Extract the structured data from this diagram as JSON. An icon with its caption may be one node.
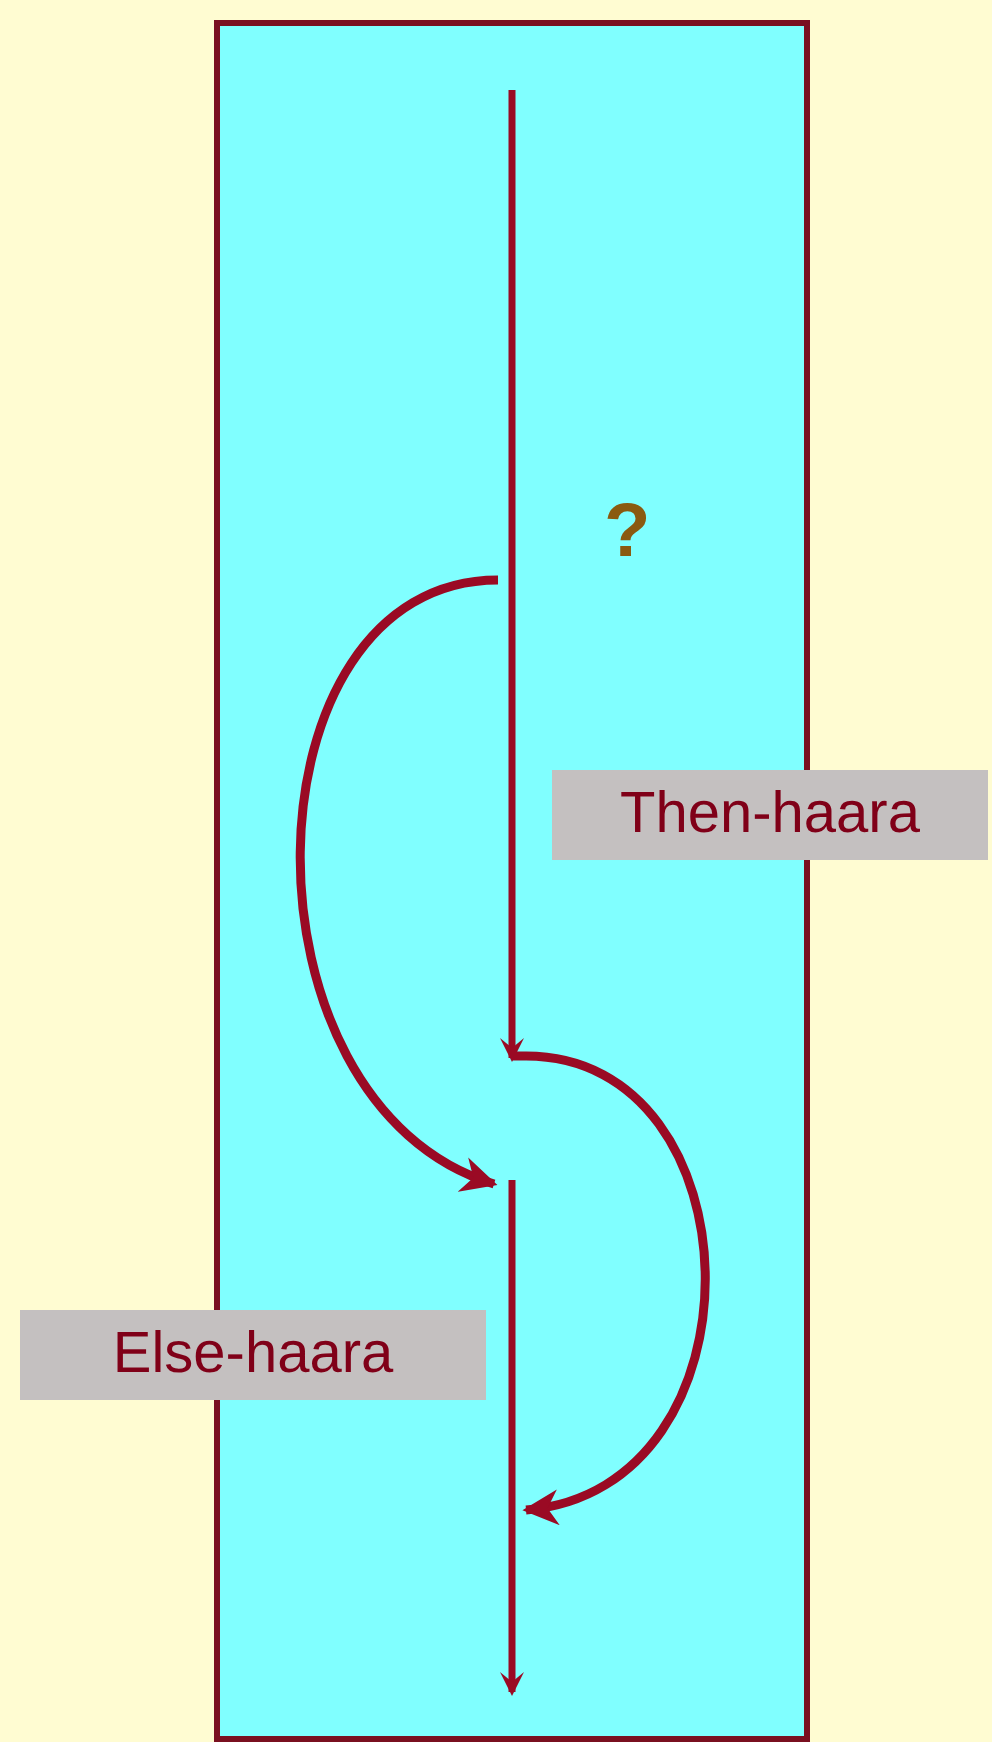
{
  "diagram": {
    "nodes": [
      {
        "text": [],
        "shape": "box"
      },
      {
        "text": [],
        "shape": "bar",
        "in": 0
      },
      {
        "text": [],
        "shape": "bar",
        "in": 0
      },
      {
        "text": [
          "Then-haara"
        ]
      },
      {
        "text": [
          "Else-haara"
        ]
      }
    ],
    "edges": [
      {
        "from": 1,
        "to": 2,
        "arrow": "to"
      },
      {
        "from": 1,
        "to": 2,
        "arrow": "to"
      }
    ],
    "labels": [
      "?"
    ]
  }
}
